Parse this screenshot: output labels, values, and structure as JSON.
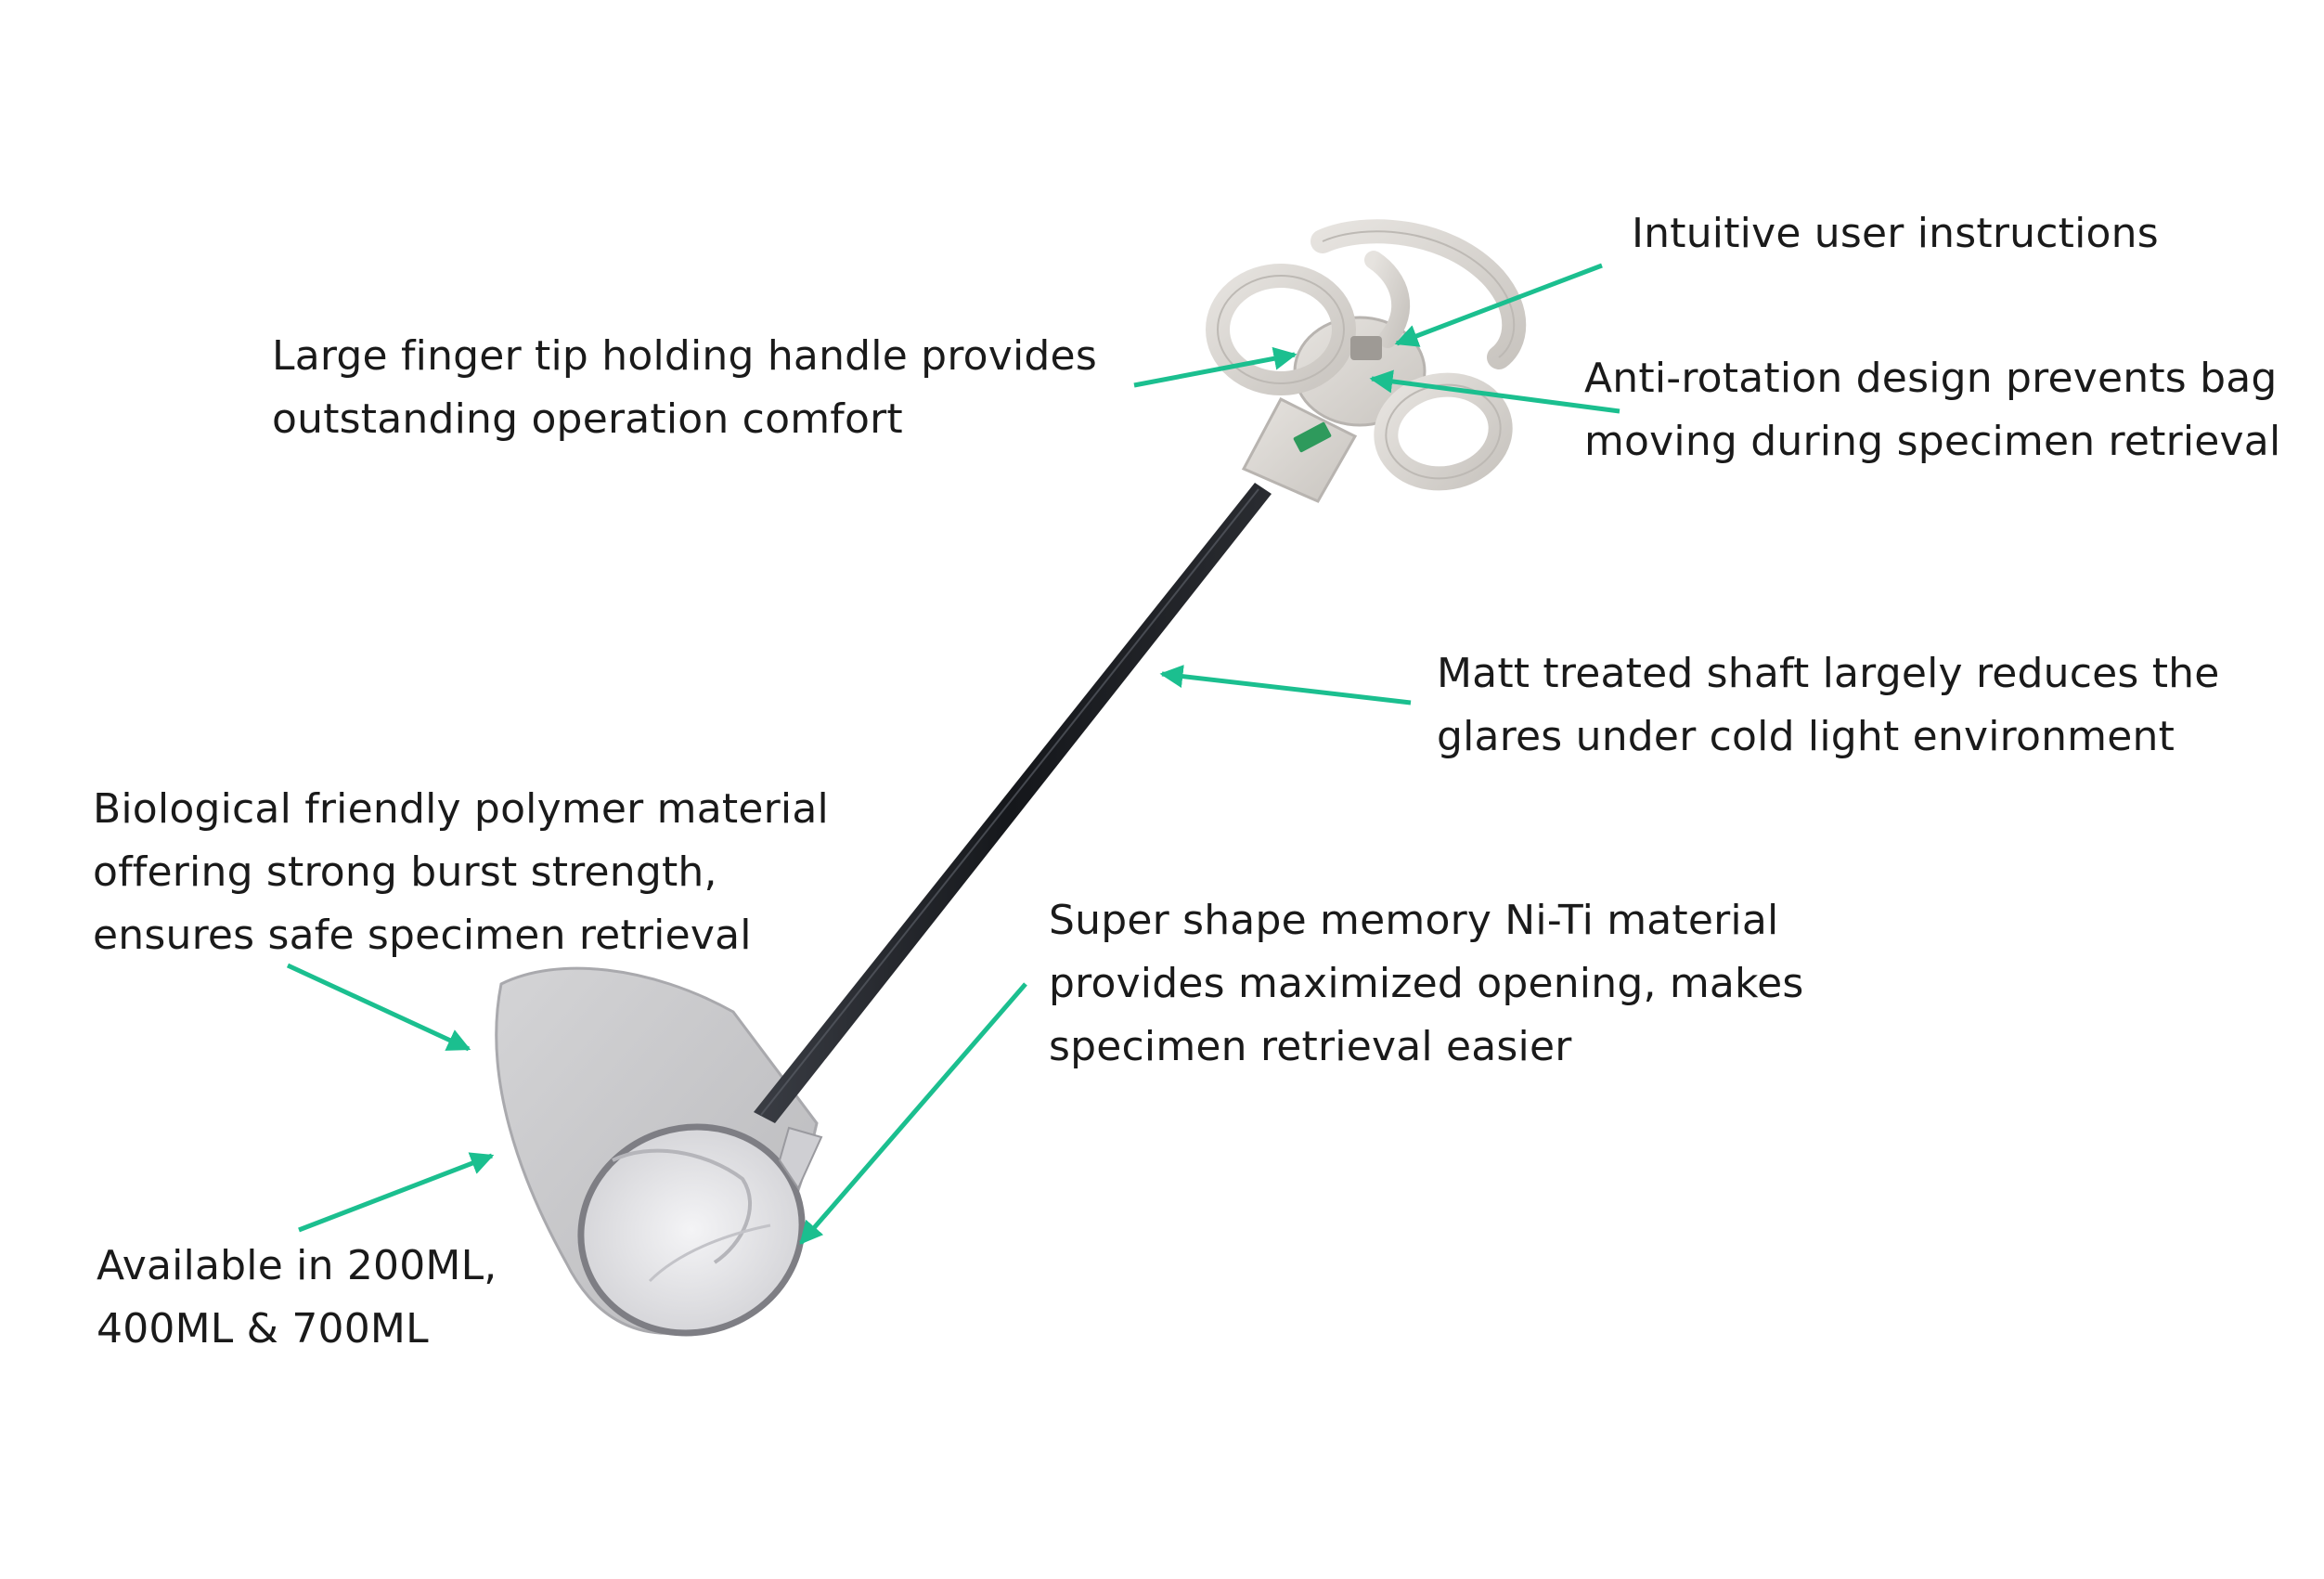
{
  "diagram": {
    "subject": "Specimen retrieval bag",
    "colors": {
      "callout_arrow": "#1bbf8f",
      "handle": "#d9d6d2",
      "handle_shadow": "#b8b4b0",
      "shaft": "#1d1f24",
      "bag": "#c9c9cb",
      "bag_edge": "#8a8a8e",
      "brand_mark": "#2e9a5c",
      "text": "#1a1a1a"
    },
    "callouts": [
      {
        "id": "instructions",
        "lines": [
          "Intuitive user instructions"
        ],
        "points_to": "handle-center-mark"
      },
      {
        "id": "handle",
        "lines": [
          "Large finger tip holding handle provides",
          "outstanding operation comfort"
        ],
        "points_to": "finger-ring"
      },
      {
        "id": "anti-rotation",
        "lines": [
          "Anti-rotation design prevents bag",
          "moving during specimen retrieval"
        ],
        "points_to": "handle-hub"
      },
      {
        "id": "shaft",
        "lines": [
          "Matt treated shaft largely reduces the",
          "glares under cold light environment"
        ],
        "points_to": "shaft"
      },
      {
        "id": "material",
        "lines": [
          "Biological friendly polymer material",
          "offering strong burst strength,",
          "ensures safe specimen retrieval"
        ],
        "points_to": "bag-body"
      },
      {
        "id": "niti",
        "lines": [
          "Super shape memory Ni-Ti material",
          "provides maximized opening, makes",
          "specimen retrieval easier"
        ],
        "points_to": "bag-rim"
      },
      {
        "id": "sizes",
        "lines": [
          "Available in 200ML,",
          "400ML & 700ML"
        ],
        "points_to": "bag-body"
      }
    ]
  }
}
